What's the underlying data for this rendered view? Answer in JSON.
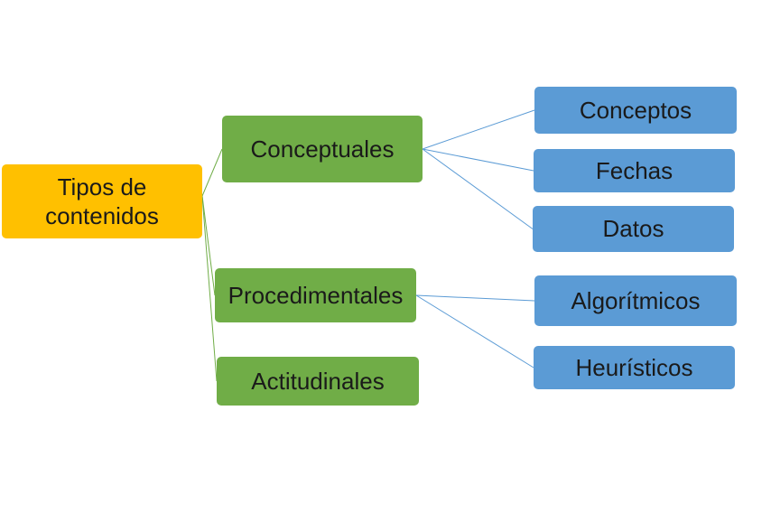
{
  "diagram": {
    "colors": {
      "root_fill": "#FFC000",
      "level1_fill": "#70AD47",
      "level2_fill": "#5B9BD5",
      "level1_connector": "#70AD47",
      "level2_connector": "#5B9BD5"
    },
    "root": {
      "label": "Tipos de\ncontenidos"
    },
    "level1": [
      {
        "id": "conceptuales",
        "label": "Conceptuales"
      },
      {
        "id": "procedimentales",
        "label": "Procedimentales"
      },
      {
        "id": "actitudinales",
        "label": "Actitudinales"
      }
    ],
    "level2": [
      {
        "id": "conceptos",
        "label": "Conceptos",
        "parent": "conceptuales"
      },
      {
        "id": "fechas",
        "label": "Fechas",
        "parent": "conceptuales"
      },
      {
        "id": "datos",
        "label": "Datos",
        "parent": "conceptuales"
      },
      {
        "id": "algoritmicos",
        "label": "Algorítmicos",
        "parent": "procedimentales"
      },
      {
        "id": "heuristicos",
        "label": "Heurísticos",
        "parent": "procedimentales"
      }
    ]
  }
}
